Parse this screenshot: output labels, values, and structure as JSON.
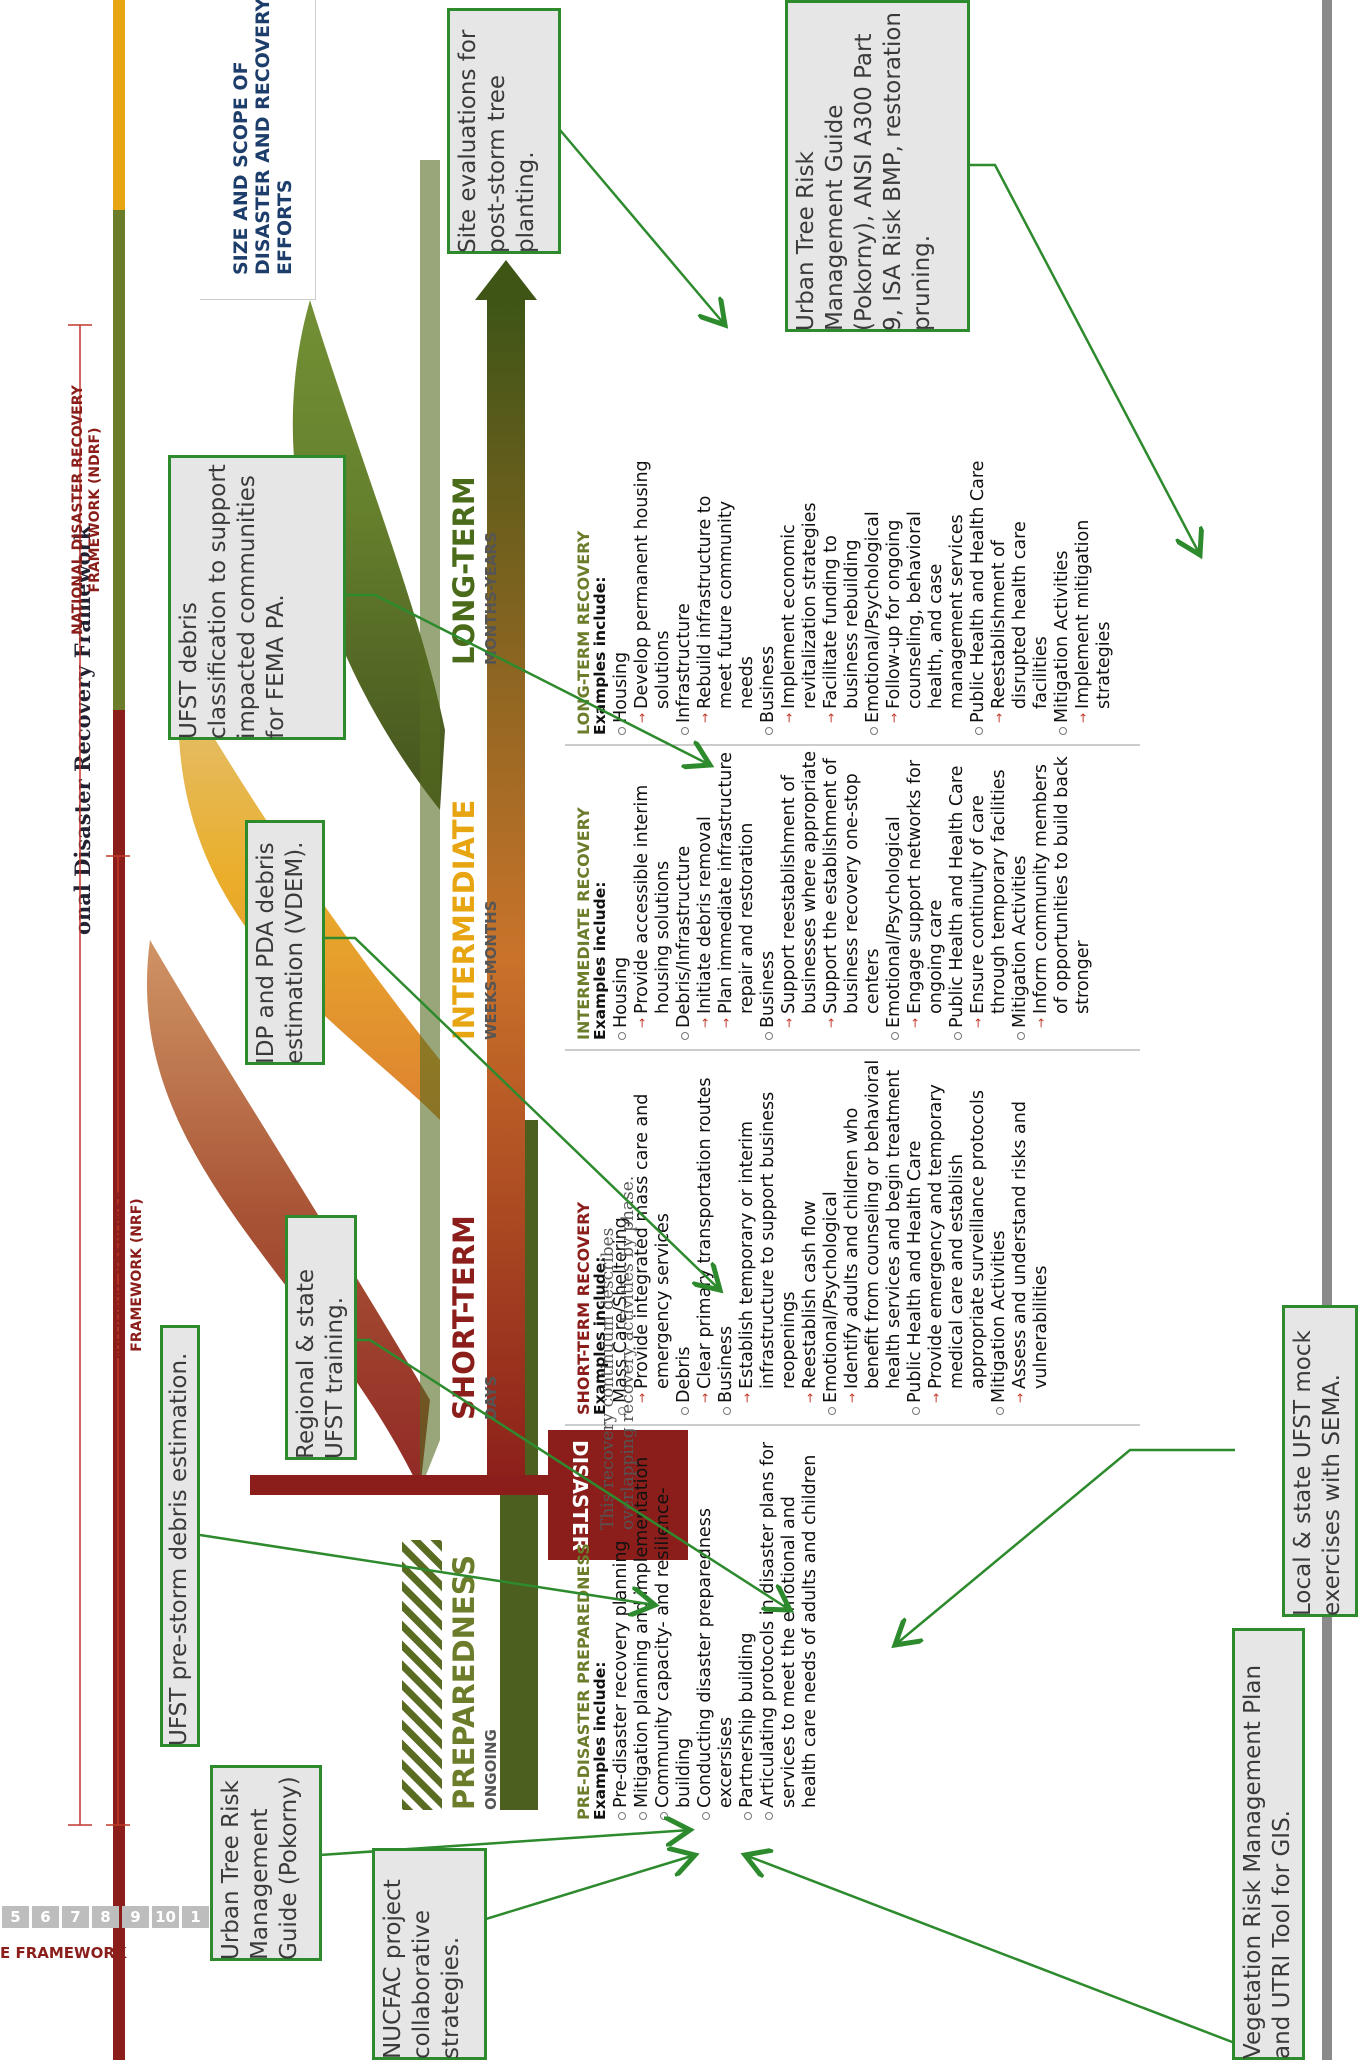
{
  "header": {
    "title": "onal Disaster Recovery Framework",
    "band_colors": [
      "#8b1e1a",
      "#6b7d2a",
      "#e8a512"
    ]
  },
  "sidebar": {
    "size_title": "SIZE AND SCOPE OF DISASTER AND RECOVERY EFFORTS",
    "ndrf_label": "NATIONAL DISASTER RECOVERY FRAMEWORK (NDRF)",
    "nrf_label": "NATIONAL RESPONSE FRAMEWORK (NRF)"
  },
  "phases": {
    "preparedness": {
      "title": "PREPAREDNESS",
      "sub": "ONGOING",
      "color": "#6b7d2a"
    },
    "short": {
      "title": "SHORT-TERM",
      "sub": "DAYS",
      "color": "#8b1e1a"
    },
    "intermediate": {
      "title": "INTERMEDIATE",
      "sub": "WEEKS-MONTHS",
      "color": "#e8a512"
    },
    "long": {
      "title": "LONG-TERM",
      "sub": "MONTHS-YEARS",
      "color": "#4a6b1a"
    },
    "disaster": "DISASTER"
  },
  "columns": {
    "pre": {
      "title": "PRE-DISASTER PREPAREDNESS",
      "examples": "Examples include:",
      "items": [
        {
          "label": "Pre-disaster recovery planning",
          "subs": []
        },
        {
          "label": "Mitigation planning and implementation",
          "subs": []
        },
        {
          "label": "Community capacity- and resilience-building",
          "subs": []
        },
        {
          "label": "Conducting disaster preparedness excersises",
          "subs": []
        },
        {
          "label": "Partnership building",
          "subs": []
        },
        {
          "label": "Articulating protocols in disaster plans for services to meet the emotional and health care needs of adults and children",
          "subs": []
        }
      ]
    },
    "short": {
      "title": "SHORT-TERM RECOVERY",
      "examples": "Examples include:",
      "items": [
        {
          "label": "Mass Care/Sheltering",
          "subs": [
            "Provide integrated mass care and emergency services"
          ]
        },
        {
          "label": "Debris",
          "subs": [
            "Clear primary transportation routes"
          ]
        },
        {
          "label": "Business",
          "subs": [
            "Establish temporary or interim infrastructure to support business reopenings",
            "Reestablish cash flow"
          ]
        },
        {
          "label": "Emotional/Psychological",
          "subs": [
            "Identify adults and children who benefit from counseling or behavioral health services and begin treatment"
          ]
        },
        {
          "label": "Public Health and Health Care",
          "subs": [
            "Provide emergency and temporary medical care and establish appropriate surveillance protocols"
          ]
        },
        {
          "label": "Mitigation Activities",
          "subs": [
            "Assess and understand risks and vulnerabilities"
          ]
        }
      ]
    },
    "intermediate": {
      "title": "INTERMEDIATE RECOVERY",
      "examples": "Examples include:",
      "items": [
        {
          "label": "Housing",
          "subs": [
            "Provide accessible interim housing solutions"
          ]
        },
        {
          "label": "Debris/Infrastructure",
          "subs": [
            "Initiate debris removal",
            "Plan immediate infrastructure repair and restoration"
          ]
        },
        {
          "label": "Business",
          "subs": [
            "Support reestablishment of businesses where appropriate",
            "Support the establishment of business recovery one-stop centers"
          ]
        },
        {
          "label": "Emotional/Psychological",
          "subs": [
            "Engage support networks for ongoing care"
          ]
        },
        {
          "label": "Public Health and Health Care",
          "subs": [
            "Ensure continuity of care through temporary facilities"
          ]
        },
        {
          "label": "Mitigation Activities",
          "subs": [
            "Inform community members of opportunities to build back stronger"
          ]
        }
      ]
    },
    "long": {
      "title": "LONG-TERM RECOVERY",
      "examples": "Examples include:",
      "items": [
        {
          "label": "Housing",
          "subs": [
            "Develop permanent housing solutions"
          ]
        },
        {
          "label": "Infrastructure",
          "subs": [
            "Rebuild infrastructure to meet future community needs"
          ]
        },
        {
          "label": "Business",
          "subs": [
            "Implement economic revitalization strategies",
            "Facilitate funding to business rebuilding"
          ]
        },
        {
          "label": "Emotional/Psychological",
          "subs": [
            "Follow-up for ongoing counseling, behavioral health, and case management services"
          ]
        },
        {
          "label": "Public Health and Health Care",
          "subs": [
            "Reestablishment of disrupted health care facilities"
          ]
        },
        {
          "label": "Mitigation Activities",
          "subs": [
            "Implement mitigation strategies"
          ]
        }
      ]
    }
  },
  "note": "This recovery continuum describes overlapping recovery activities by phase.",
  "footer": {
    "pages": [
      "5",
      "6",
      "7",
      "8",
      "9",
      "10",
      "1"
    ],
    "label": "E FRAMEWORK"
  },
  "callouts": {
    "site_eval": "Site evaluations for post-storm tree planting.",
    "urban_guide_ansi": "Urban Tree Risk Management Guide (Pokorny), ANSI A300 Part 9, ISA Risk BMP, restoration pruning.",
    "ufst_debris_class": "UFST debris classification to support impacted communities for FEMA PA.",
    "idp_pda": "IDP and PDA debris estimation (VDEM).",
    "regional_training": "Regional & state UFST training.",
    "ufst_prestorm": "UFST pre-storm debris estimation.",
    "urban_guide": "Urban Tree Risk Management Guide (Pokorny)",
    "nucfac": "NUCFAC project collaborative strategies.",
    "local_mock": "Local & state UFST mock exercises with SEMA.",
    "veg_plan": "Vegetation Risk Management Plan and UTRI Tool for GIS."
  }
}
